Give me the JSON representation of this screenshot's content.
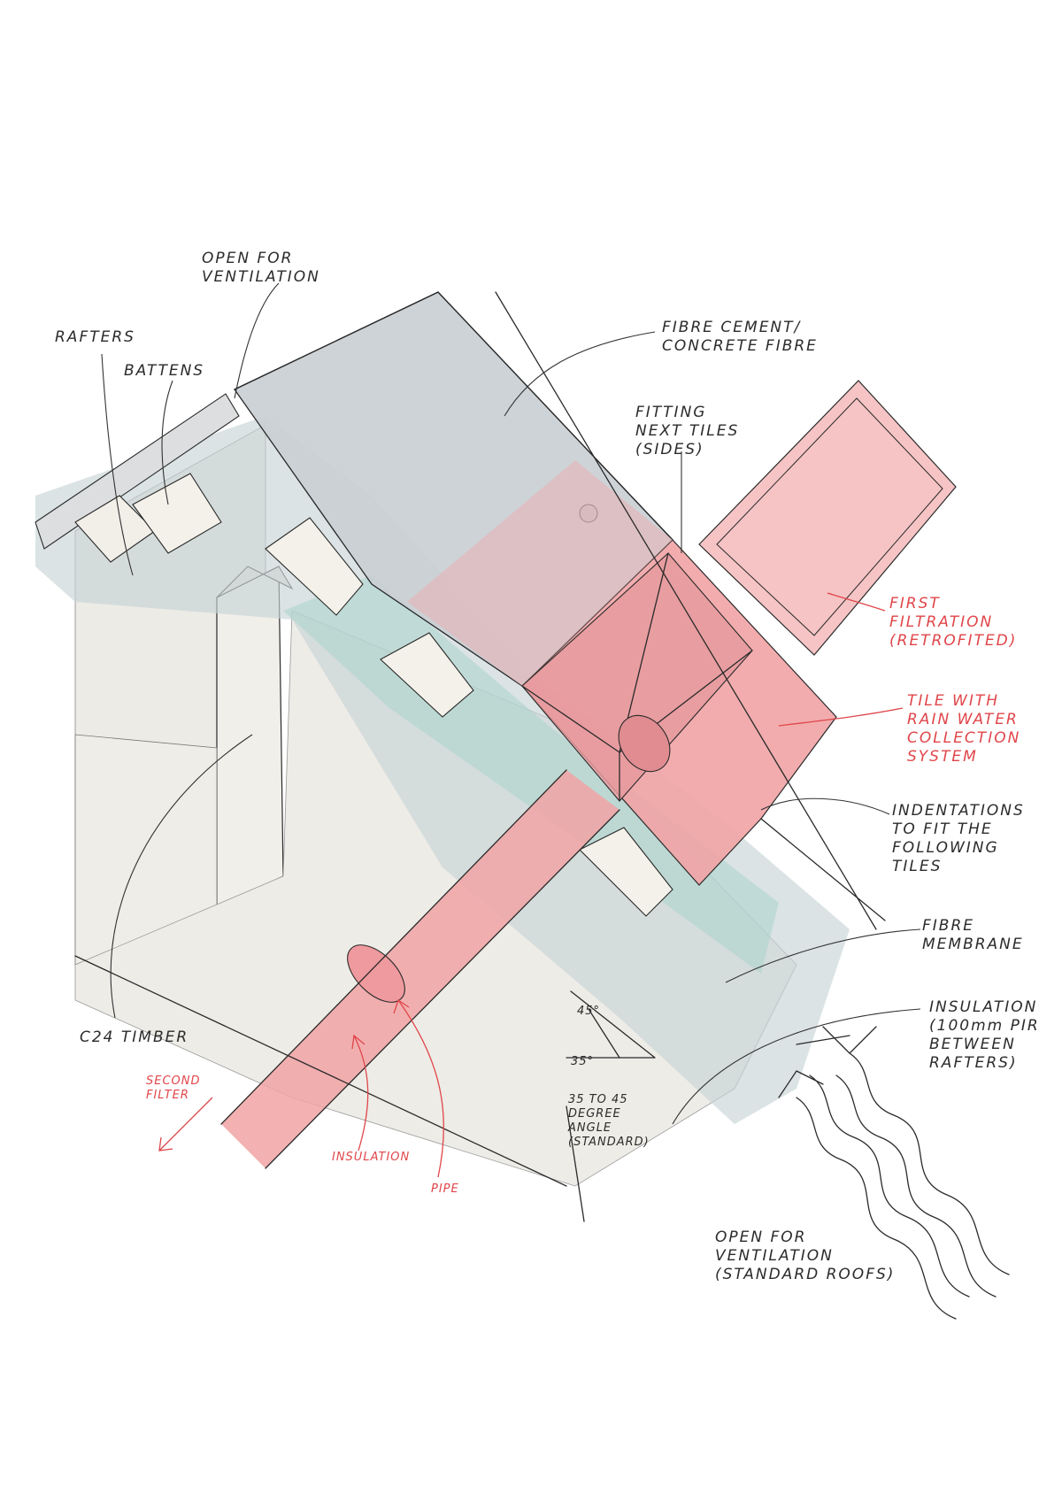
{
  "colors": {
    "paper": "#ffffff",
    "cement": "#c9ced3",
    "timber": "#ece9e2",
    "membrane": "#a9d6cc",
    "tile_red": "#f1a3a5",
    "annotation_red": "#e0464a",
    "ink": "#2a2a2a"
  },
  "labels": {
    "open_ventilation_top": "OPEN FOR\nVENTILATION",
    "rafters": "RAFTERS",
    "battens": "BATTENS",
    "fibre_cement": "FIBRE CEMENT/\nCONCRETE FIBRE",
    "fitting_next_tiles": "FITTING\nNEXT TILES\n(SIDES)",
    "first_filtration": "FIRST\nFILTRATION\n(RETROFITED)",
    "tile_rain_water": "TILE WITH\nRAIN WATER\nCOLLECTION\nSYSTEM",
    "indentations": "INDENTATIONS\nTO FIT THE\nFOLLOWING\nTILES",
    "fibre_membrane": "FIBRE\nMEMBRANE",
    "insulation_pir": "INSULATION\n(100mm PIR\nBETWEEN\nRAFTERS)",
    "c24_timber": "C24 TIMBER",
    "second_filter": "SECOND\nFILTER",
    "insulation_red": "INSULATION",
    "pipe": "PIPE",
    "angle_45": "45°",
    "angle_35": "35°",
    "angle_caption": "35 TO 45\nDEGREE\nANGLE\n(STANDARD)",
    "open_ventilation_bottom": "OPEN FOR\nVENTILATION\n(STANDARD ROOFS)"
  }
}
